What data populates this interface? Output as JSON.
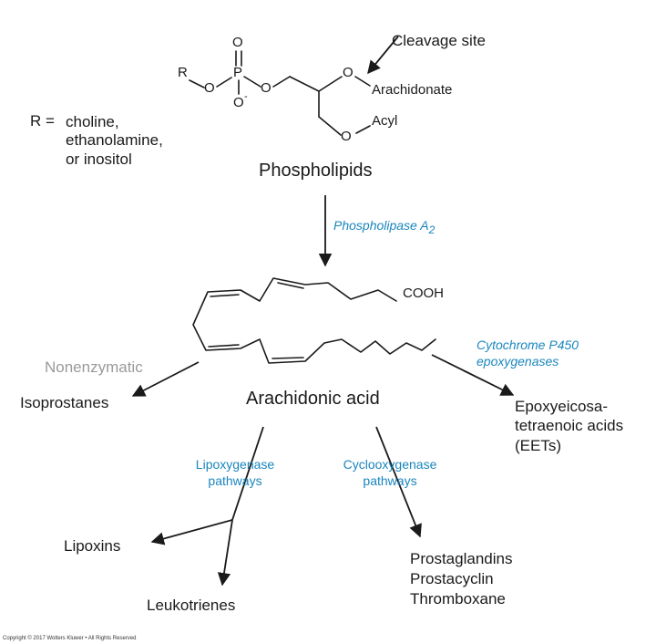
{
  "colors": {
    "enzyme_blue": "#1a86bd",
    "nonenzymatic_gray": "#9a9a9a",
    "ink": "#1a1a1a"
  },
  "phospholipid": {
    "atom_O_top": "O",
    "atom_P": "P",
    "atom_O_minus": "O",
    "minus": "-",
    "atom_O_left": "O",
    "atom_O_right": "O",
    "atom_R": "R",
    "atom_O_sn2": "O",
    "atom_O_sn1": "O",
    "arachidonate": "Arachidonate",
    "acyl": "Acyl",
    "cleavage_site": "Cleavage site",
    "r_groups_prefix": "R =",
    "r_groups": "choline,\nethanolamine,\nor inositol",
    "title": "Phospholipids"
  },
  "enzyme_pla2": {
    "label": "Phospholipase A",
    "subscript": "2"
  },
  "arachidonic": {
    "cooh": "COOH",
    "title": "Arachidonic acid"
  },
  "pathways": {
    "nonenzymatic": "Nonenzymatic",
    "isoprostanes": "Isoprostanes",
    "cyp450": "Cytochrome P450\nepoxygenases",
    "eets": "Epoxyeicosa-\ntetraenoic acids\n(EETs)",
    "lipoxygenase": "Lipoxygenase\npathways",
    "cyclooxygenase": "Cyclooxygenase\npathways",
    "lipoxins": "Lipoxins",
    "leukotrienes": "Leukotrienes",
    "cox_products": "Prostaglandins\nProstacyclin\nThromboxane"
  },
  "footer": {
    "copyright": "Copyright © 2017 Wolters Kluwer • All Rights Reserved"
  }
}
